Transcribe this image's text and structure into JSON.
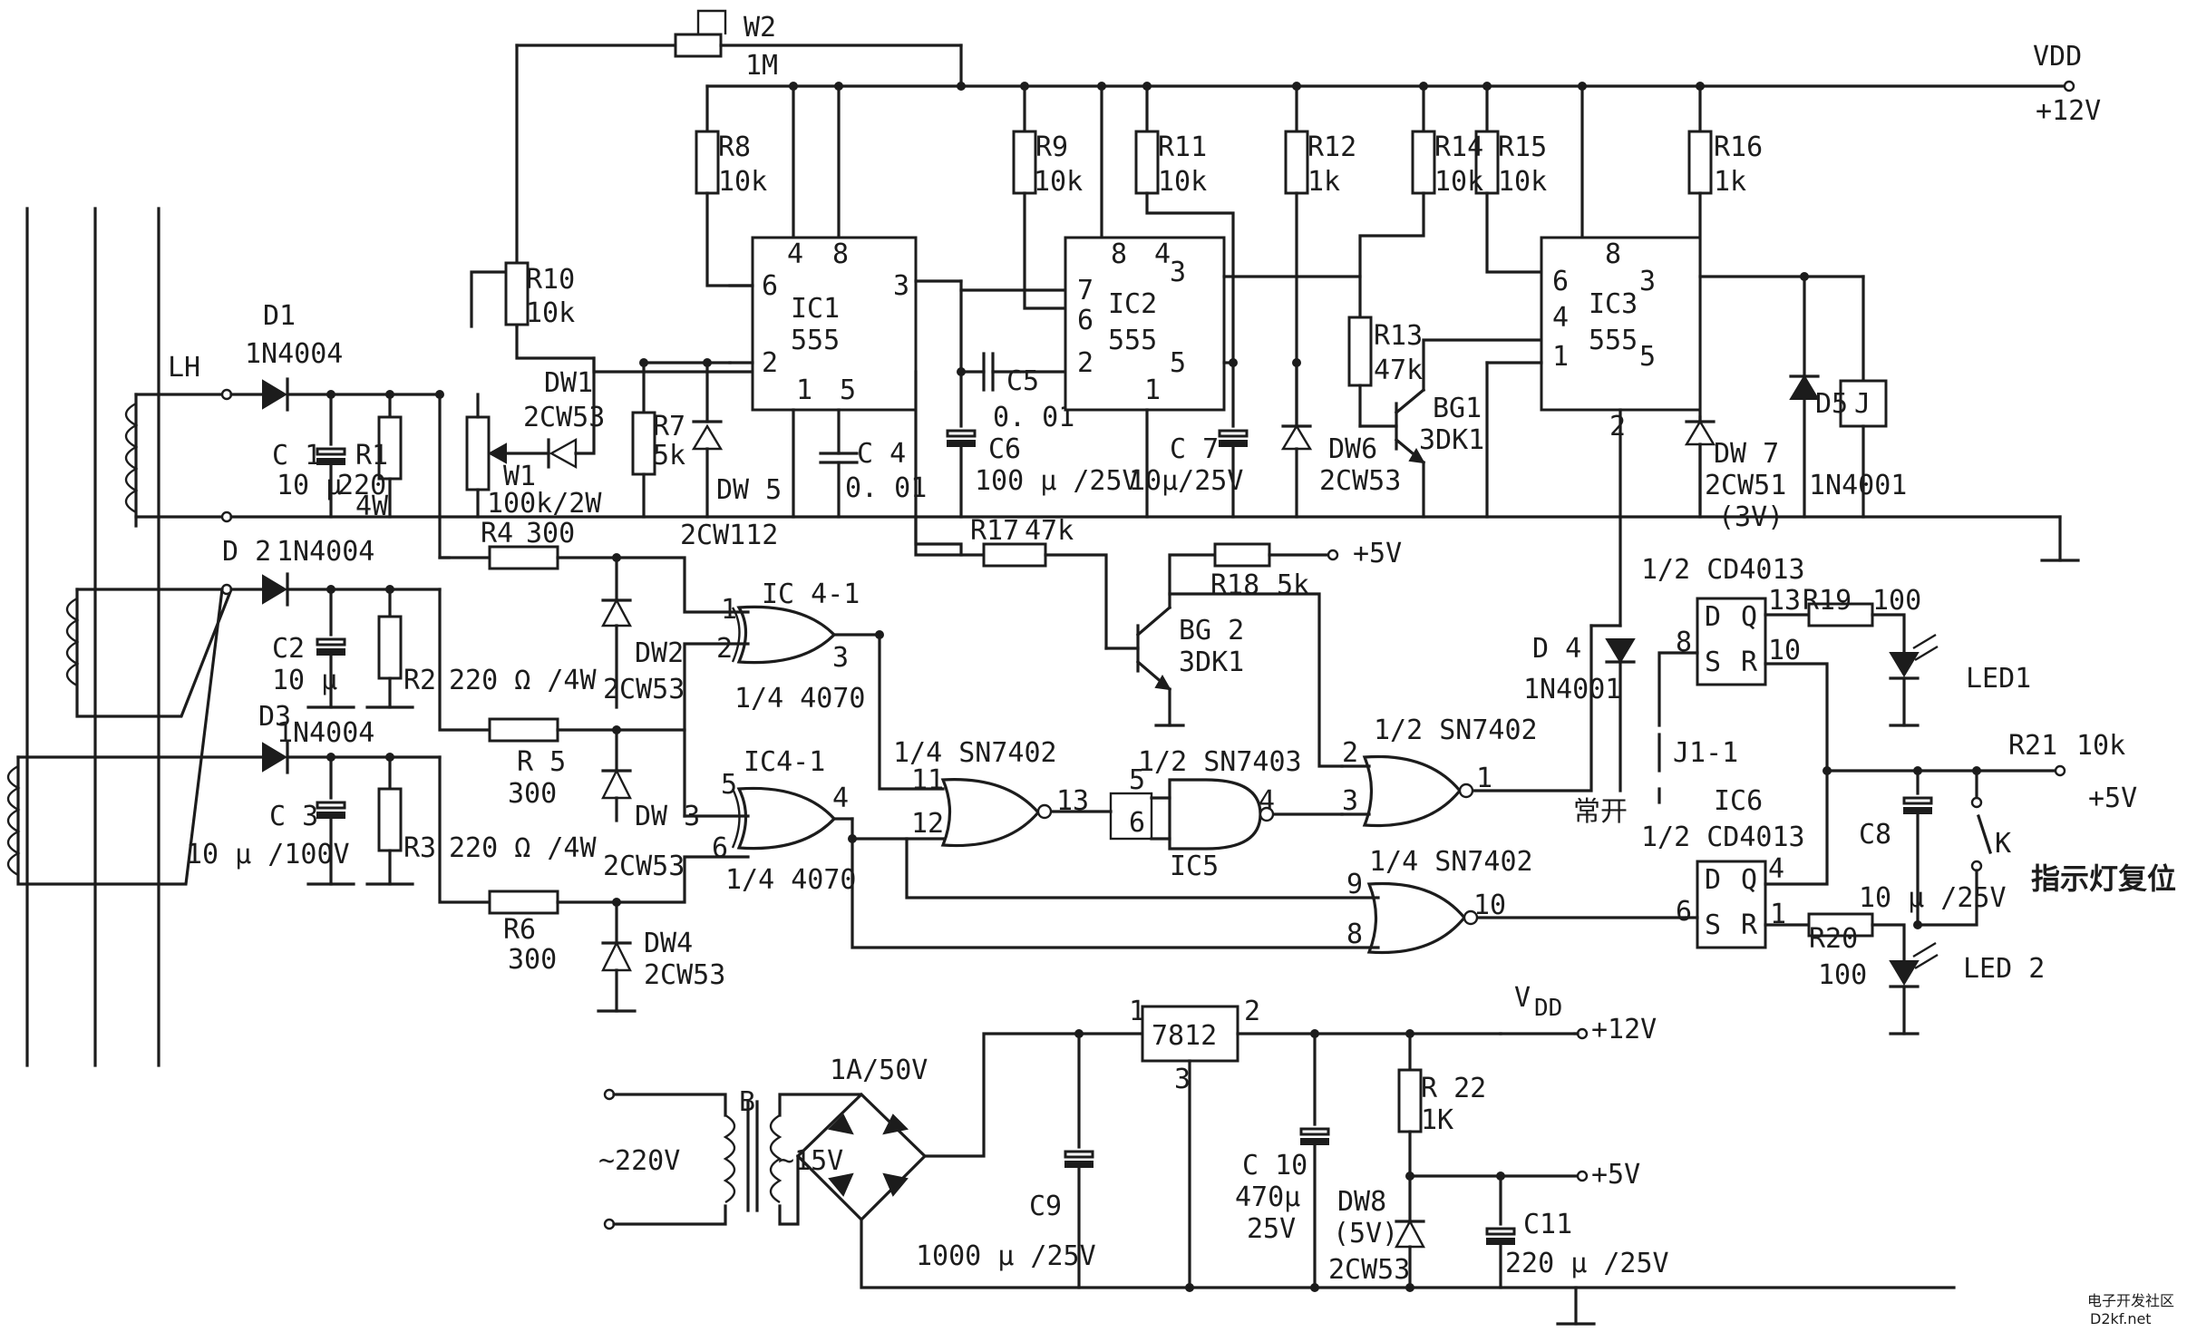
{
  "supply": {
    "vdd": "VDD",
    "v12": "+12V",
    "v5": "+5V",
    "vdd_bottom_v": "V",
    "vdd_bottom_dd": "DD"
  },
  "ics": {
    "ic1": {
      "name": "IC1",
      "type": "555",
      "pins": [
        "4",
        "8",
        "6",
        "3",
        "2",
        "1",
        "5"
      ]
    },
    "ic2": {
      "name": "IC2",
      "type": "555",
      "pins": [
        "8",
        "4",
        "7",
        "3",
        "6",
        "2",
        "5",
        "1"
      ]
    },
    "ic3": {
      "name": "IC3",
      "type": "555",
      "pins": [
        "8",
        "6",
        "3",
        "4",
        "1",
        "5",
        "2"
      ]
    },
    "ic4a": {
      "name": "IC 4-1",
      "part": "1/4  4070",
      "pins": [
        "1",
        "2",
        "3"
      ]
    },
    "ic4b": {
      "name": "IC4-1",
      "part": "1/4  4070",
      "pins": [
        "5",
        "6",
        "4"
      ]
    },
    "nor1": {
      "part": "1/4  SN7402",
      "pins": [
        "11",
        "12",
        "13"
      ]
    },
    "ic5": {
      "name": "IC5",
      "part": "1/2  SN7403",
      "pins": [
        "5",
        "6",
        "4"
      ]
    },
    "nor2": {
      "part": "1/2  SN7402",
      "pins": [
        "2",
        "3",
        "1"
      ]
    },
    "nor3": {
      "part": "1/4  SN7402",
      "pins": [
        "9",
        "8",
        "10"
      ]
    },
    "ff1": {
      "part": "1/2  CD4013",
      "pins": [
        "13",
        "8",
        "10"
      ],
      "d": "D",
      "q": "Q",
      "s": "S",
      "r": "R"
    },
    "ff2": {
      "name": "IC6",
      "part": "1/2  CD4013",
      "pins": [
        "4",
        "6",
        "1"
      ],
      "d": "D",
      "q": "Q",
      "s": "S",
      "r": "R"
    },
    "reg": {
      "name": "7812",
      "pins": [
        "1",
        "2",
        "3"
      ]
    }
  },
  "components": {
    "W2": [
      "W2",
      "1M"
    ],
    "R8": [
      "R8",
      "10k"
    ],
    "R9": [
      "R9",
      "10k"
    ],
    "R11": [
      "R11",
      "10k"
    ],
    "R12": [
      "R12",
      "1k"
    ],
    "R14": [
      "R14",
      "10k"
    ],
    "R15": [
      "R15",
      "10k"
    ],
    "R16": [
      "R16",
      "1k"
    ],
    "R10": [
      "R10",
      "10k"
    ],
    "R13": [
      "R13",
      "47k"
    ],
    "R7": [
      "R7",
      "5k"
    ],
    "D1": [
      "D1",
      "1N4004"
    ],
    "D2": [
      "D 2",
      "1N4004"
    ],
    "D3": [
      "D3",
      "1N4004"
    ],
    "LH": "LH",
    "C1": [
      "C 1",
      "10 μ"
    ],
    "R1": [
      "R1",
      "220",
      "4W"
    ],
    "W1": [
      "W1",
      "100k/2W"
    ],
    "DW1": [
      "DW1",
      "2CW53"
    ],
    "DW5": [
      "DW 5",
      "2CW112"
    ],
    "C4": [
      "C 4",
      "0. 01"
    ],
    "C5": [
      "C5",
      "0. 01"
    ],
    "C6": [
      "C6",
      "100 μ /25V"
    ],
    "C7": [
      "C 7",
      "10μ/25V"
    ],
    "DW6": [
      "DW6",
      "2CW53"
    ],
    "BG1": [
      "BG1",
      "3DK1"
    ],
    "DW7": [
      "DW 7",
      "2CW51",
      "(3V)"
    ],
    "D5": [
      "D5",
      "1N4001"
    ],
    "J": "J",
    "R4": [
      "R4",
      "300"
    ],
    "R17": [
      "R17",
      "47k"
    ],
    "R18": [
      "R18",
      "5k"
    ],
    "BG2": [
      "BG 2",
      "3DK1"
    ],
    "C2": [
      "C2",
      "10 μ"
    ],
    "R2": [
      "R2",
      "220 Ω /4W"
    ],
    "DW2": [
      "DW2",
      "2CW53"
    ],
    "DW3": [
      "DW 3",
      "2CW53"
    ],
    "DW4": [
      "DW4",
      "2CW53"
    ],
    "R5": [
      "R 5",
      "300"
    ],
    "R6": [
      "R6",
      "300"
    ],
    "C3": [
      "C 3",
      "10 μ /100V"
    ],
    "R3": [
      "R3",
      "220 Ω /4W"
    ],
    "D4": [
      "D 4",
      "1N4001"
    ],
    "R19": [
      "R19",
      "100"
    ],
    "LED1": "LED1",
    "R20": [
      "R20",
      "100"
    ],
    "LED2": "LED 2",
    "J1": [
      "J1-1",
      "常开"
    ],
    "R21": [
      "R21",
      "10k"
    ],
    "C8": [
      "C8",
      "10 μ /25V"
    ],
    "K": "K",
    "reset_label": "指示灯复位",
    "B": "B",
    "ac220": "~220V",
    "ac15": "~15V",
    "bridge": "1A/50V",
    "C9": [
      "C9",
      "1000 μ /25V"
    ],
    "C10": [
      "C 10",
      "470μ",
      "25V"
    ],
    "R22": [
      "R 22",
      "1K"
    ],
    "DW8": [
      "DW8",
      "(5V)",
      "2CW53"
    ],
    "C11": [
      "C11",
      "220 μ /25V"
    ]
  },
  "watermark": [
    "电子开发社区",
    "D2kf.net"
  ]
}
